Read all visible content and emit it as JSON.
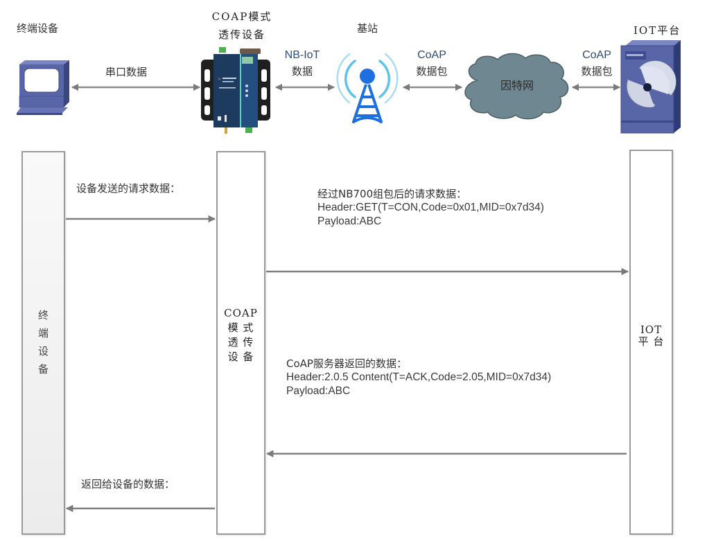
{
  "top": {
    "nodes": {
      "terminal": {
        "label": "终端设备",
        "icon": "computer-icon"
      },
      "gateway": {
        "label_line1": "COAP模式",
        "label_line2": "透传设备",
        "icon": "nb-iot-gateway-device-icon"
      },
      "base_station": {
        "label": "基站",
        "icon": "cell-tower-icon"
      },
      "internet": {
        "label": "因特网",
        "icon": "cloud-icon"
      },
      "iot_platform": {
        "label": "IOT平台",
        "icon": "server-icon"
      }
    },
    "links": {
      "serial": {
        "label": "串口数据"
      },
      "nbiot": {
        "label_line1": "NB-IoT",
        "label_line2": "数据"
      },
      "coap1": {
        "label_line1": "CoAP",
        "label_line2": "数据包"
      },
      "coap2": {
        "label_line1": "CoAP",
        "label_line2": "数据包"
      }
    }
  },
  "sequence": {
    "lifelines": {
      "terminal": {
        "label_chars": [
          "终",
          "端",
          "设",
          "备"
        ]
      },
      "gateway": {
        "label_line1": "COAP",
        "label_line2": "模 式",
        "label_line3": "透 传",
        "label_line4": "设 备"
      },
      "iot": {
        "label_line1": "IOT",
        "label_line2": "平 台"
      }
    },
    "messages": {
      "device_request": {
        "title": "设备发送的请求数据：",
        "direction": "terminal→gateway"
      },
      "packed_request": {
        "title": "经过NB700组包后的请求数据：",
        "header": "Header:GET(T=CON,Code=0x01,MID=0x7d34)",
        "payload": "Payload:ABC",
        "direction": "gateway→iot"
      },
      "server_response": {
        "title": "CoAP服务器返回的数据：",
        "header": "Header:2.0.5 Content(T=ACK,Code=2.05,MID=0x7d34)",
        "payload": "Payload:ABC",
        "direction": "iot→gateway"
      },
      "device_response": {
        "title": "返回给设备的数据：",
        "direction": "gateway→terminal"
      }
    }
  },
  "colors": {
    "arrow": "#7a7a7a",
    "lifeline_border": "#9a9a9a",
    "terminal_fill": "#f2f2f2",
    "device_blue": "#5866a8",
    "tower_blue": "#1e6fe0",
    "wave_blue": "#5bc4e8",
    "cloud_fill": "#6f8790",
    "nbiot_text": "#2f4a7a"
  }
}
